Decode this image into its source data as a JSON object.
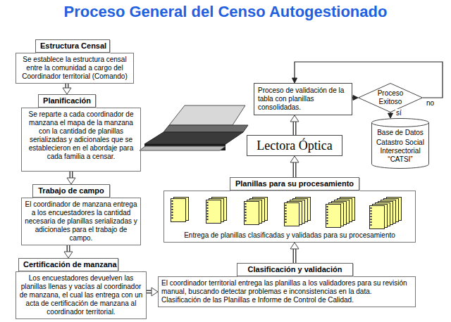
{
  "diagram": {
    "title": "Proceso General del Censo Autogestionado",
    "nodes": [
      {
        "text": [
          "Estructura Censal",
          "Se establece la estructura censal entre la comunidad a cargo del Coordinador territorial (Comando)"
        ]
      },
      {
        "text": [
          "Planificación",
          "Se reparte a cada coordinador de manzana el mapa de la manzana con la cantidad de planillas serializadas y adicionales que se establecieron en el abordaje para cada familia a censar."
        ]
      },
      {
        "text": [
          "Trabajo de campo",
          "El coordinador de manzana entrega a los encuestadores la cantidad necesaria de planillas serializadas y adicionales para el trabajo de campo."
        ]
      },
      {
        "text": [
          "Certificación de manzana",
          "Los encuestadores devuelven las planillas llenas y vacías al coordinador de manzana, el cual las entrega con un acta de certificación de manzana al coordinador territorial."
        ]
      },
      {
        "text": [
          "Clasificación y validación",
          "El coordinador territorial entrega las planillas a los validadores para su revisión manual, buscando detectar problemas e inconsistencias en la data. Clasificación de las Planillas e Informe de Control de Calidad."
        ]
      },
      {
        "text": [
          "Planillas para su procesamiento",
          "Entrega de planillas clasificadas y validadas para su procesamiento"
        ]
      },
      {
        "text": [
          "Lectora Óptica"
        ]
      },
      {
        "text": [
          "Proceso de validación de la tabla con planillas consolidadas."
        ]
      },
      {
        "text": [
          "Proceso Exitoso"
        ]
      },
      {
        "text": [
          "Base de Datos",
          "Catastro Social Intersectorial “CATSI”"
        ]
      }
    ],
    "edges": [
      {
        "from": 0,
        "to": 1,
        "arrow": "to"
      },
      {
        "from": 1,
        "to": 2,
        "arrow": "to"
      },
      {
        "from": 2,
        "to": 3,
        "arrow": "to"
      },
      {
        "from": 3,
        "to": 4,
        "arrow": "to"
      },
      {
        "from": 4,
        "to": 5,
        "arrow": "to"
      },
      {
        "from": 5,
        "to": 6,
        "arrow": "to"
      },
      {
        "from": 6,
        "to": 7,
        "arrow": "to"
      },
      {
        "from": 7,
        "to": 8,
        "arrow": "to"
      },
      {
        "from": 8,
        "to": 7,
        "label": "no",
        "arrow": "to"
      },
      {
        "from": 8,
        "to": 9,
        "label": "sí",
        "arrow": "to"
      }
    ]
  }
}
